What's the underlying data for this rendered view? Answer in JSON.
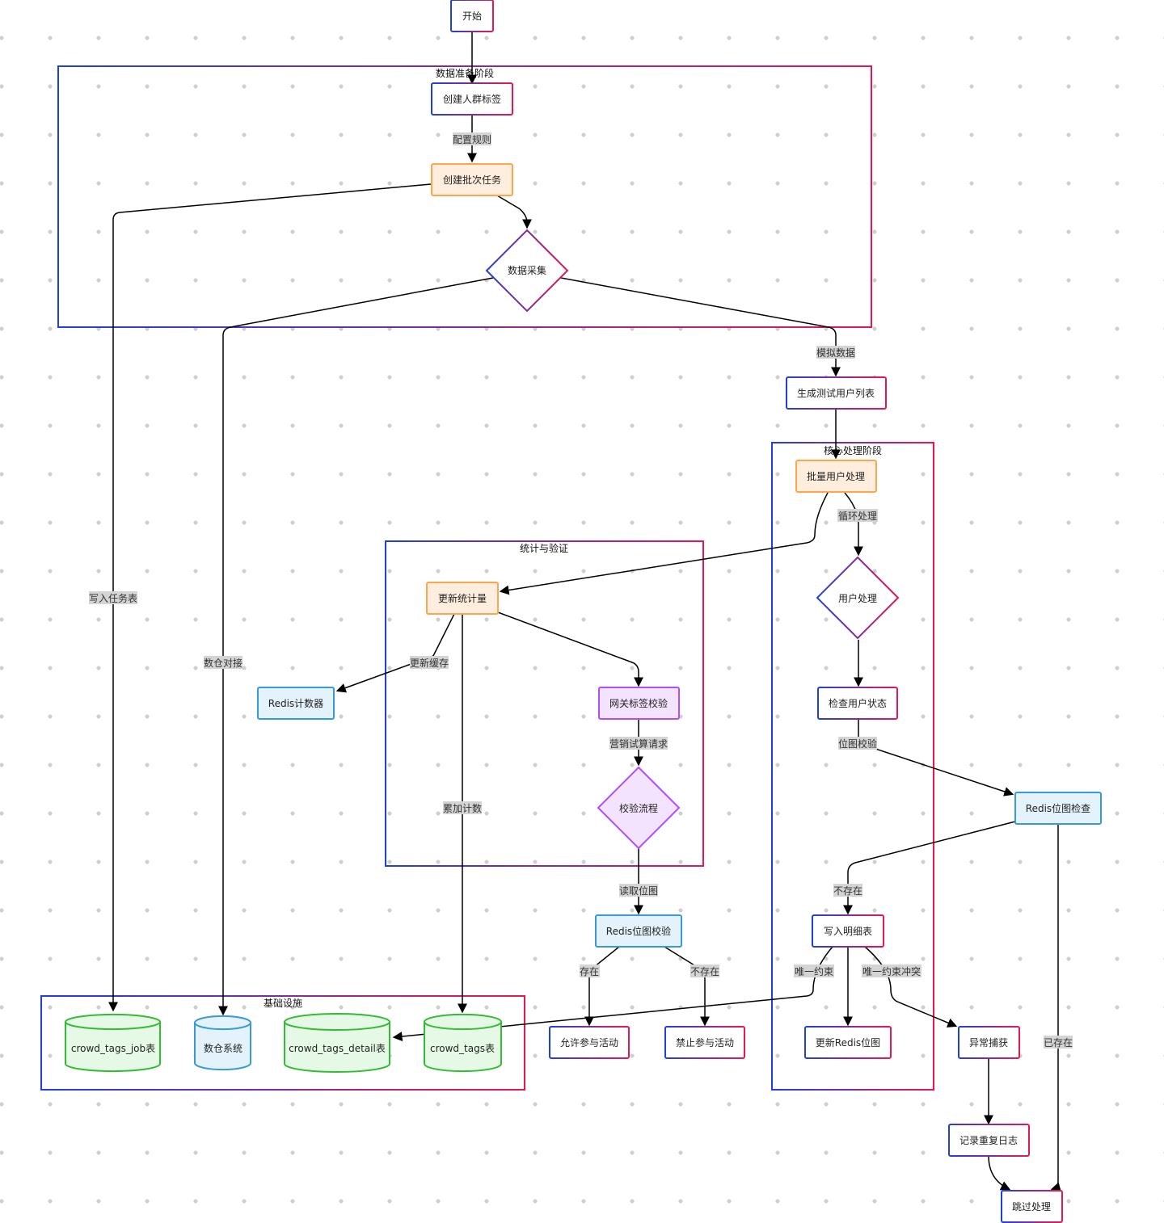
{
  "groups": {
    "data_prep": "数据准备阶段",
    "core": "核心处理阶段",
    "stats": "统计与验证",
    "infra": "基础设施"
  },
  "nodes": {
    "start": "开始",
    "create_tag": "创建人群标签",
    "create_batch": "创建批次任务",
    "data_collect": "数据采集",
    "gen_users": "生成测试用户列表",
    "batch_process": "批量用户处理",
    "user_process": "用户处理",
    "check_status": "检查用户状态",
    "redis_bitmap_check": "Redis位图检查",
    "write_detail": "写入明细表",
    "update_redis_bitmap": "更新Redis位图",
    "exception": "异常捕获",
    "log_dup": "记录重复日志",
    "skip": "跳过处理",
    "update_stats": "更新统计量",
    "redis_counter": "Redis计数器",
    "gateway_check": "网关标签校验",
    "verify_flow": "校验流程",
    "redis_bitmap_verify": "Redis位图校验",
    "allow": "允许参与活动",
    "deny": "禁止参与活动",
    "db_job": "crowd_tags_job表",
    "db_warehouse": "数仓系统",
    "db_detail": "crowd_tags_detail表",
    "db_tags": "crowd_tags表"
  },
  "edge_labels": {
    "config_rules": "配置规则",
    "write_job": "写入任务表",
    "warehouse_link": "数仓对接",
    "mock_data": "模拟数据",
    "loop": "循环处理",
    "bitmap_check": "位图校验",
    "not_exist": "不存在",
    "exists": "已存在",
    "unique_ok": "唯一约束",
    "unique_conflict": "唯一约束冲突",
    "update_cache": "更新缓存",
    "accumulate": "累加计数",
    "marketing_req": "营销试算请求",
    "read_bitmap": "读取位图",
    "exist": "存在",
    "not_exist2": "不存在"
  },
  "colors": {
    "gradient_start": "#1f3fe0",
    "gradient_end": "#e8174f",
    "orange_fill": "#ffeedd",
    "orange_stroke": "#ffa64d",
    "blue_fill": "#e4f2fb",
    "blue_stroke": "#3a99d8",
    "purple_fill": "#f3e3ff",
    "purple_stroke": "#b04dff",
    "green_fill": "#e6f9e6",
    "green_stroke": "#33bb33",
    "edge": "#000000",
    "edge_label_bg": "#d4d4d4"
  },
  "icons": {
    "arrowhead": "arrow-head-icon"
  }
}
